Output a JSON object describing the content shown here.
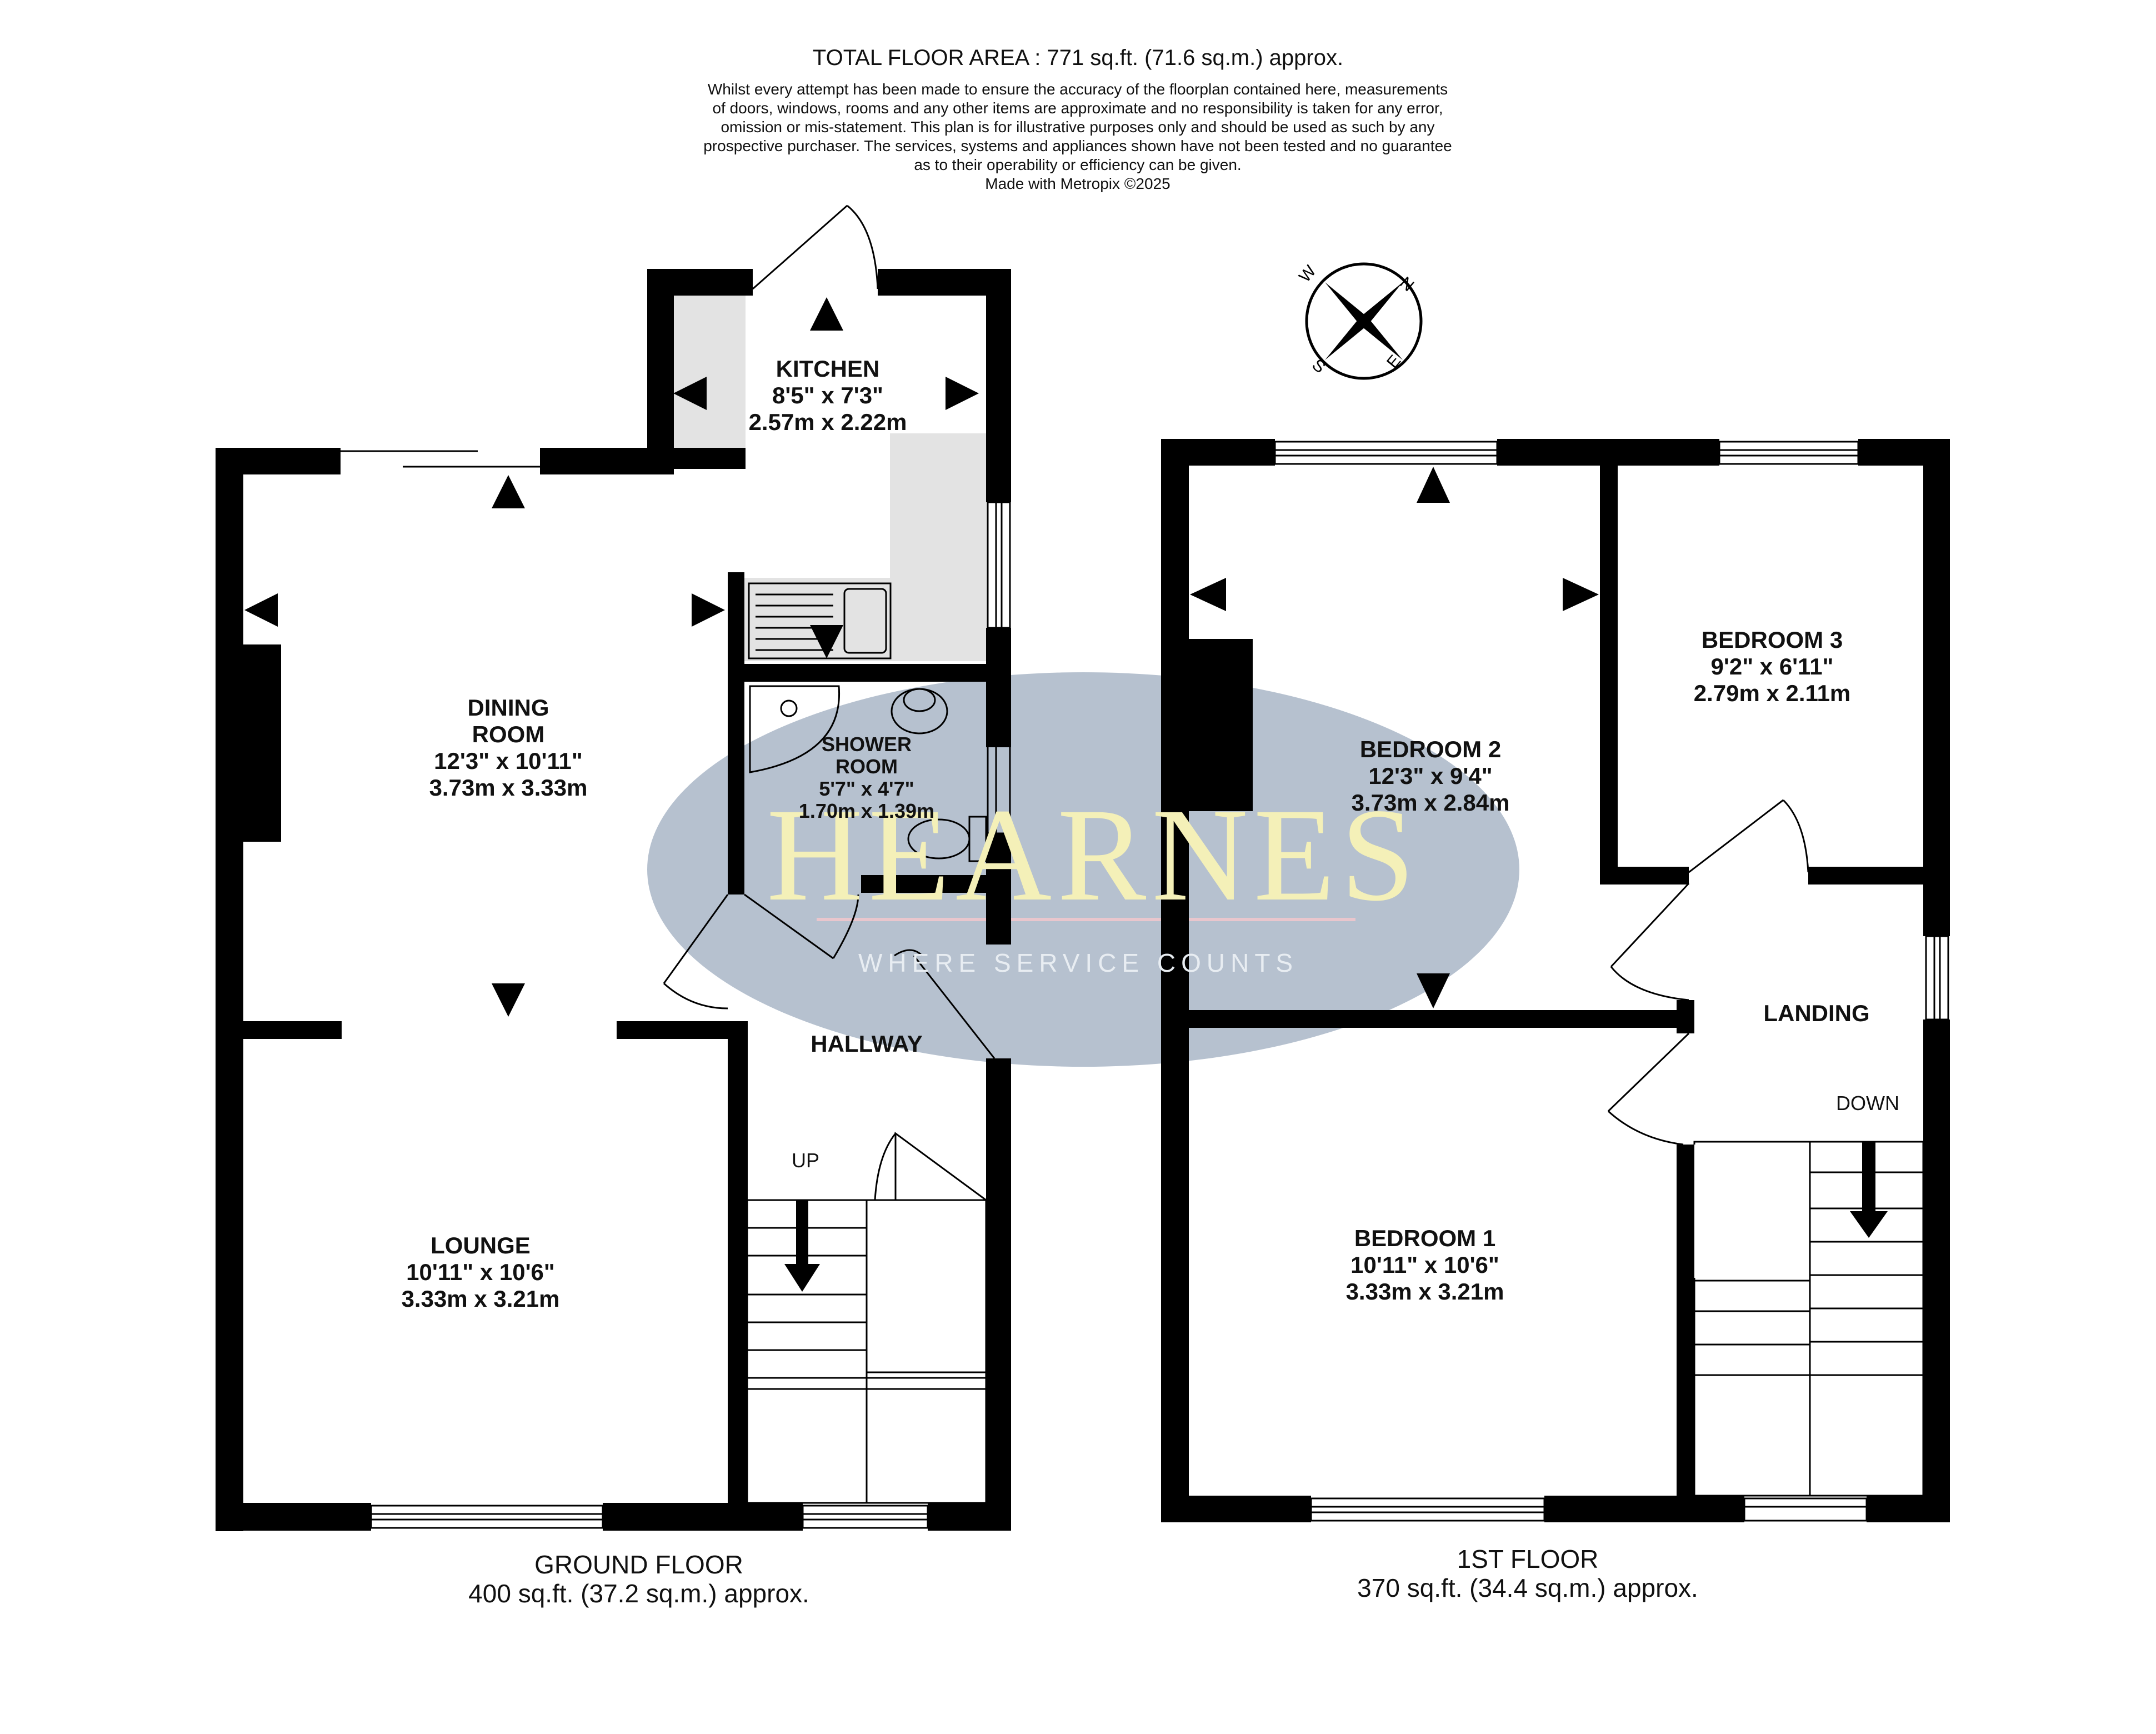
{
  "header": {
    "total_area": "TOTAL FLOOR AREA : 771 sq.ft. (71.6 sq.m.) approx.",
    "disclaimer_lines": [
      "Whilst every attempt has been made to ensure the accuracy of the floorplan contained here, measurements",
      "of doors, windows, rooms and any other items are approximate and no responsibility is taken for any error,",
      "omission or mis-statement. This plan is for illustrative purposes only and should be used as such by any",
      "prospective purchaser. The services, systems and appliances shown have not been tested and no guarantee",
      "as to their operability or efficiency can be given.",
      "Made with Metropix ©2025"
    ]
  },
  "compass": {
    "n": "N",
    "e": "E",
    "s": "S",
    "w": "W"
  },
  "watermark": {
    "brand": "HEARNES",
    "tagline": "WHERE SERVICE COUNTS"
  },
  "ground_floor": {
    "rooms": {
      "kitchen": {
        "name": "KITCHEN",
        "imperial": "8'5\"  x 7'3\"",
        "metric": "2.57m  x 2.22m"
      },
      "dining": {
        "name_line1": "DINING",
        "name_line2": "ROOM",
        "imperial": "12'3\"  x 10'11\"",
        "metric": "3.73m  x 3.33m"
      },
      "shower": {
        "name_line1": "SHOWER",
        "name_line2": "ROOM",
        "imperial": "5'7\"  x 4'7\"",
        "metric": "1.70m  x 1.39m"
      },
      "hallway": {
        "name": "HALLWAY"
      },
      "lounge": {
        "name": "LOUNGE",
        "imperial": "10'11\"  x 10'6\"",
        "metric": "3.33m  x 3.21m"
      }
    },
    "stairs_label": "UP",
    "caption_line1": "GROUND FLOOR",
    "caption_line2": "400 sq.ft. (37.2 sq.m.) approx."
  },
  "first_floor": {
    "rooms": {
      "bedroom2": {
        "name": "BEDROOM 2",
        "imperial": "12'3\"  x 9'4\"",
        "metric": "3.73m  x 2.84m"
      },
      "bedroom3": {
        "name": "BEDROOM 3",
        "imperial": "9'2\"  x 6'11\"",
        "metric": "2.79m  x 2.11m"
      },
      "landing": {
        "name": "LANDING"
      },
      "bedroom1": {
        "name": "BEDROOM 1",
        "imperial": "10'11\"  x 10'6\"",
        "metric": "3.33m  x 3.21m"
      }
    },
    "stairs_label": "DOWN",
    "caption_line1": "1ST FLOOR",
    "caption_line2": "370 sq.ft. (34.4 sq.m.) approx."
  }
}
